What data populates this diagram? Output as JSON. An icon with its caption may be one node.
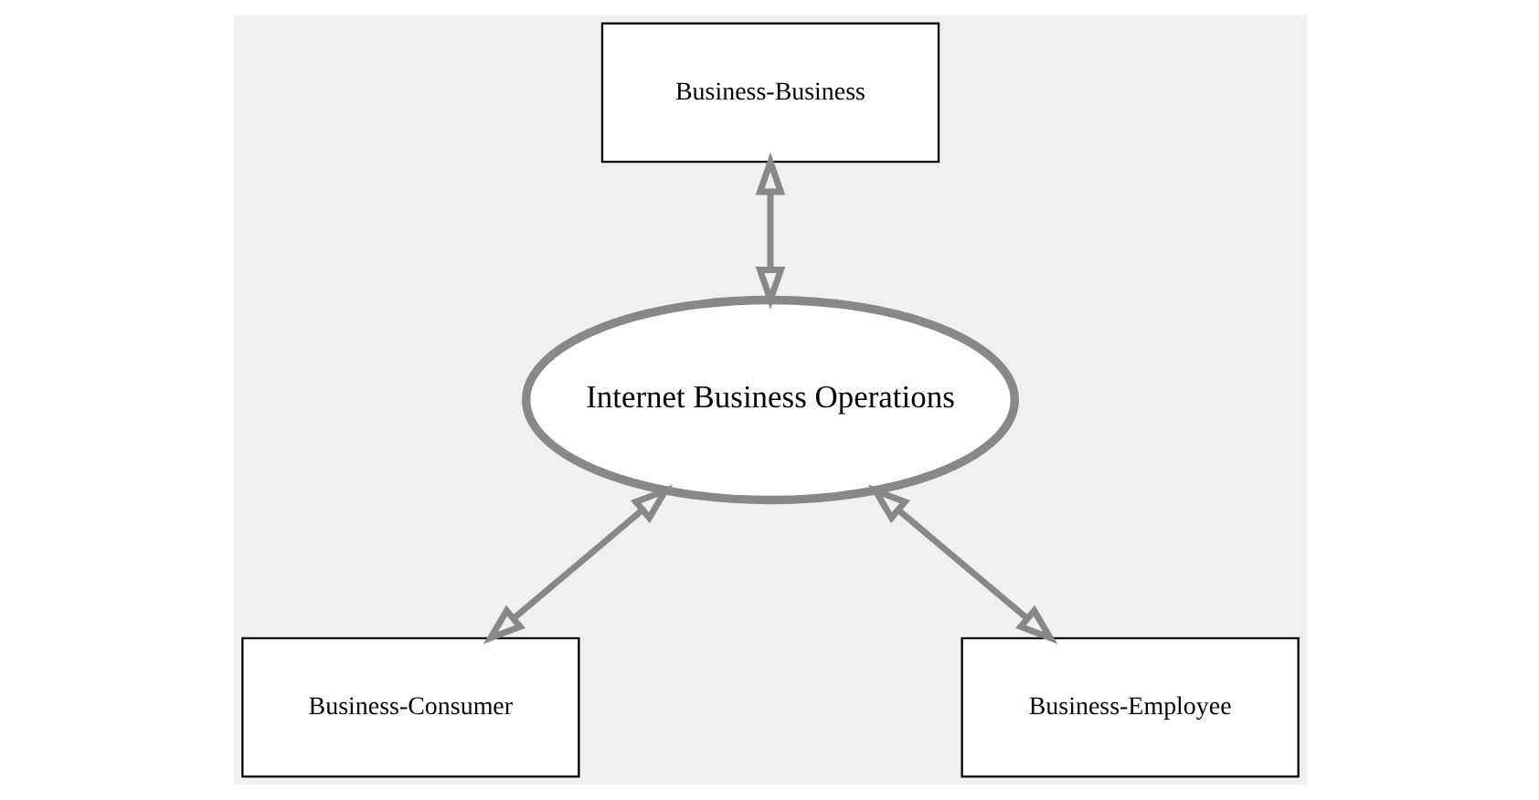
{
  "diagram": {
    "nodes": [
      {
        "text": [
          "Business-Business"
        ]
      },
      {
        "text": [
          "Internet Business Operations"
        ]
      },
      {
        "text": [
          "Business-Consumer"
        ]
      },
      {
        "text": [
          "Business-Employee"
        ]
      }
    ],
    "edges": [
      {
        "from": 0,
        "to": 1,
        "arrow": "both"
      },
      {
        "from": 1,
        "to": 2,
        "arrow": "both"
      },
      {
        "from": 1,
        "to": 3,
        "arrow": "both"
      }
    ]
  }
}
